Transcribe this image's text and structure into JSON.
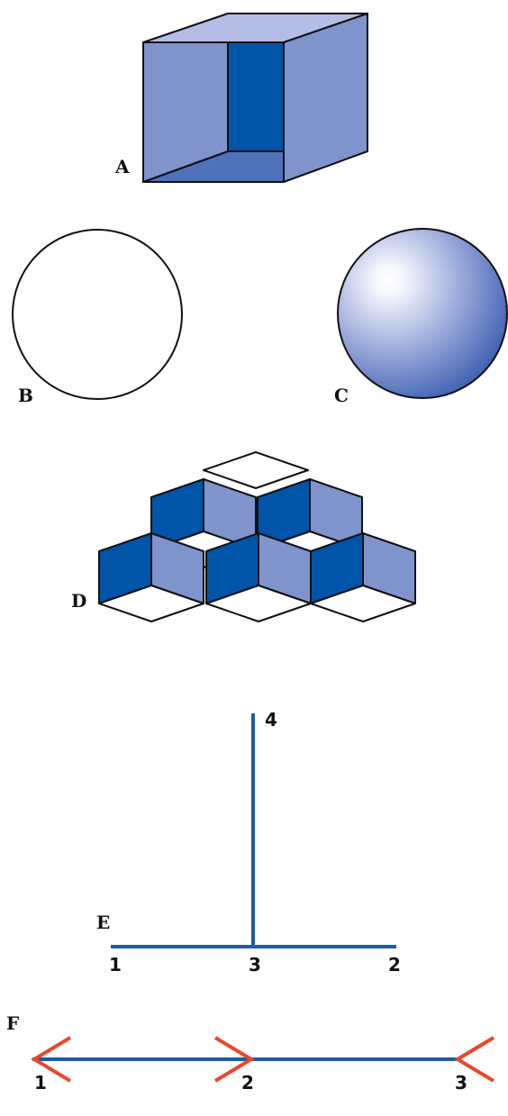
{
  "colors": {
    "dark_blue": "#0055a8",
    "mid_blue": "#7f93cd",
    "light_blue": "#b4bde6",
    "floor_blue": "#4f72bb",
    "line_blue": "#1e5aa8",
    "arrow_red": "#e8482c",
    "outline": "#111111"
  },
  "panels": {
    "a": {
      "label": "A"
    },
    "b": {
      "label": "B"
    },
    "c": {
      "label": "C"
    },
    "d": {
      "label": "D"
    },
    "e": {
      "label": "E",
      "points": [
        "1",
        "3",
        "2",
        "4"
      ]
    },
    "f": {
      "label": "F",
      "points": [
        "1",
        "2",
        "3"
      ]
    }
  }
}
